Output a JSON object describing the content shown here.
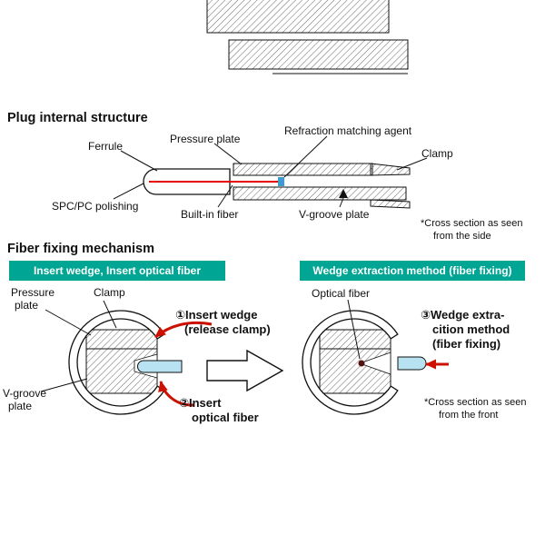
{
  "colors": {
    "banner_green": "#00a693",
    "arrow_red": "#cc1100",
    "fiber_blue": "#b8e2f2",
    "built_in_fiber_red": "#e60000",
    "refraction_mark_blue": "#3d9bd4",
    "fiber_dot": "#551111"
  },
  "plug": {
    "heading": "Plug internal structure",
    "labels": {
      "ferrule": "Ferrule",
      "pressure_plate": "Pressure plate",
      "refraction": "Refraction matching agent",
      "clamp": "Clamp",
      "spc": "SPC/PC polishing",
      "built_in_fiber": "Built-in fiber",
      "v_groove": "V-groove plate"
    },
    "note": {
      "line1": "*Cross section as seen",
      "line2": "from the side"
    }
  },
  "mechanism": {
    "heading": "Fiber fixing mechanism",
    "banner_left": "Insert wedge, Insert optical fiber",
    "banner_right": "Wedge extraction method (fiber fixing)",
    "left": {
      "pressure_plate": {
        "line1": "Pressure",
        "line2": "plate"
      },
      "clamp": "Clamp",
      "v_groove": {
        "line1": "V-groove",
        "line2": "plate"
      },
      "step1": {
        "line1": "①Insert wedge",
        "line2": "(release clamp)"
      },
      "step2": {
        "line1": "②Insert",
        "line2": "optical fiber"
      }
    },
    "right": {
      "optical_fiber": "Optical fiber",
      "step3": {
        "line1": "③Wedge extra-",
        "line2": "cition method",
        "line3": "(fiber fixing)"
      },
      "note": {
        "line1": "*Cross section as seen",
        "line2": "from the front"
      }
    }
  }
}
